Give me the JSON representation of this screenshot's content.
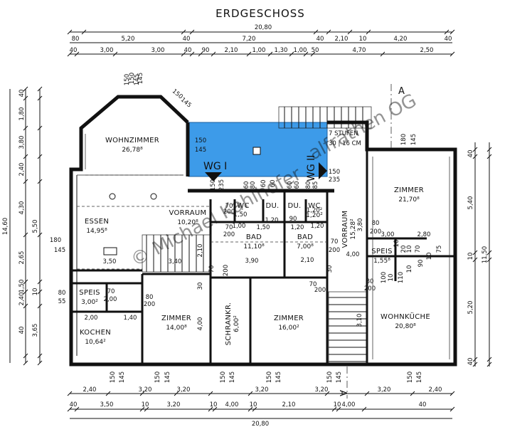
{
  "title": "ERDGESCHOSS",
  "colors": {
    "highlight": "#3d9be9",
    "line": "#111111",
    "watermark": "#a0a0a0"
  },
  "section_marker": "A",
  "units": [
    {
      "id": "wg1",
      "label": "WG I"
    },
    {
      "id": "wg2",
      "label": "WG II"
    }
  ],
  "rooms": [
    {
      "id": "wohnzimmer",
      "name": "WOHNZIMMER",
      "area": "26,78⁸"
    },
    {
      "id": "essen",
      "name": "ESSEN",
      "area": "14,95⁸"
    },
    {
      "id": "vorraum1",
      "name": "VORRAUM",
      "area": "10,20⁸"
    },
    {
      "id": "wc1",
      "name": "WC",
      "area": ""
    },
    {
      "id": "du",
      "name": "DU.",
      "area": ""
    },
    {
      "id": "du2",
      "name": "DU.",
      "area": ""
    },
    {
      "id": "wc2",
      "name": "WC",
      "area": "1,20²"
    },
    {
      "id": "bad1",
      "name": "BAD",
      "area": "11,10⁸"
    },
    {
      "id": "bad2",
      "name": "BAD",
      "area": "7,00⁸"
    },
    {
      "id": "vorraum2",
      "name": "VORRAUM",
      "area": "15,28²"
    },
    {
      "id": "zimmer_ne",
      "name": "ZIMMER",
      "area": "21,70⁸"
    },
    {
      "id": "speis2",
      "name": "SPEIS",
      "area": "1,55⁸"
    },
    {
      "id": "speis1",
      "name": "SPEIS",
      "area": "3,00²"
    },
    {
      "id": "kochen",
      "name": "KOCHEN",
      "area": "10,64²"
    },
    {
      "id": "zimmer_sw",
      "name": "ZIMMER",
      "area": "14,00⁸"
    },
    {
      "id": "schrankr",
      "name": "SCHRANKR.",
      "area": "6,00²"
    },
    {
      "id": "zimmer_s",
      "name": "ZIMMER",
      "area": "16,00²"
    },
    {
      "id": "wohnkueche",
      "name": "WOHNKÜCHE",
      "area": "20,80⁸"
    }
  ],
  "stairs": {
    "label": "7 STUFEN",
    "detail": "30 | 16 CM"
  },
  "dims": {
    "top_total": "20,80",
    "top_row1": [
      "80",
      "5,20",
      "40",
      "7,20",
      "40",
      "2,10",
      "10",
      "4,20",
      "40"
    ],
    "top_row2": [
      "40",
      "3,00",
      "3,00",
      "40",
      "90",
      "2,10",
      "1,00",
      "1,30",
      "1,00",
      "50",
      "4,70",
      "2,50"
    ],
    "bottom_total": "20,80",
    "bottom_row1": [
      "2,40",
      "3,20",
      "3,20",
      "3,20",
      "3,20",
      "3,20",
      "2,40"
    ],
    "bottom_row2": [
      "40",
      "3,50",
      "10",
      "3,20",
      "10",
      "4,00",
      "10",
      "2,10",
      "10",
      "4,00",
      "40"
    ],
    "left_total": "14,60",
    "left_outer": [
      "40",
      "1,80",
      "3,80",
      "2,40",
      "4,30",
      "2,65",
      "1,50",
      "2,40",
      "40"
    ],
    "left_inner": [
      "5,50",
      "10",
      "3,65"
    ],
    "right_outer": [
      "40",
      "5,40",
      "10",
      "5,20",
      "40"
    ],
    "right_total": "11,50",
    "labels": [
      "150",
      "145",
      "150",
      "145",
      "150",
      "145",
      "150",
      "235",
      "150",
      "235",
      "60",
      "80",
      "60",
      "60",
      "60",
      "60",
      "80",
      "85",
      "70",
      "200",
      "70",
      "200",
      "1,50",
      "1,00",
      "1,50",
      "1,20",
      "90",
      "1,20",
      "1,20",
      "3,80",
      "180",
      "145",
      "3,40",
      "3,50",
      "2,10",
      "3,90",
      "2,10",
      "80",
      "200",
      "70",
      "200",
      "30",
      "2,00",
      "1,40",
      "80",
      "55",
      "70",
      "2,00",
      "3,00",
      "10",
      "2,80",
      "20",
      "10",
      "70",
      "80",
      "200",
      "180",
      "145",
      "80",
      "200",
      "4,00",
      "30",
      "70",
      "200",
      "70",
      "200",
      "4,00",
      "3,10",
      "100",
      "10",
      "110",
      "10",
      "90",
      "10",
      "75",
      "150",
      "145",
      "150",
      "145",
      "150",
      "145",
      "150",
      "145",
      "150",
      "145",
      "150",
      "145",
      "150",
      "145",
      "1,20²"
    ]
  }
}
